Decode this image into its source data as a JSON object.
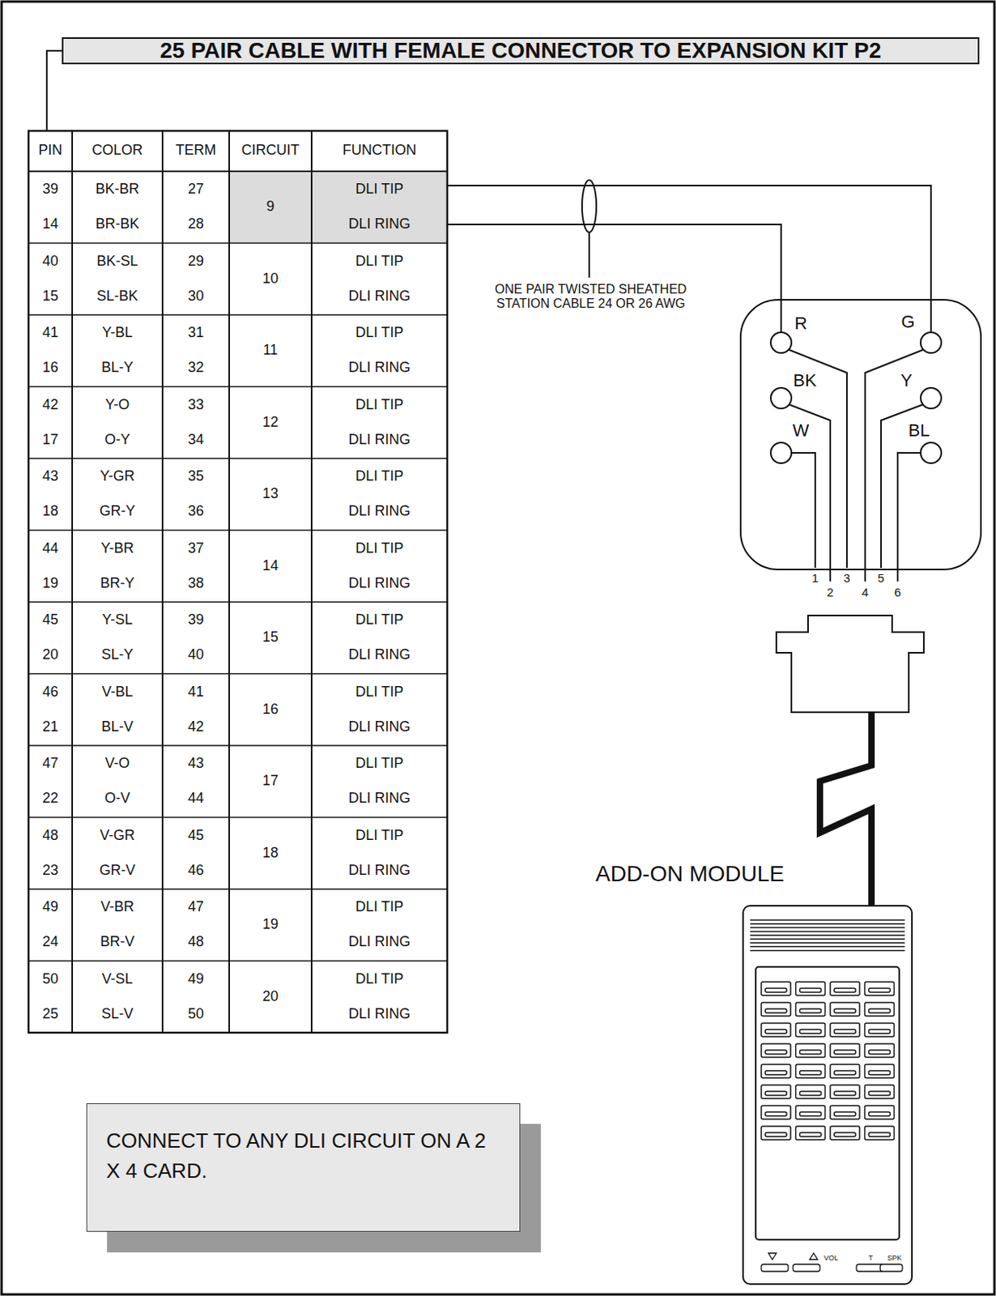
{
  "diagram": {
    "nodes": [
      {
        "text": [
          "25 PAIR CABLE WITH FEMALE CONNECTOR TO EXPANSION KIT P2"
        ]
      },
      {
        "text": [
          "R",
          "G",
          "BK",
          "Y",
          "W",
          "BL"
        ]
      },
      {
        "text": [
          "VOL",
          "T",
          "SPK"
        ]
      },
      {
        "text": [
          "CONNECT TO ANY DLI CIRCUIT ON A 2 X 4 CARD."
        ]
      }
    ],
    "labels": [
      "PIN",
      "COLOR",
      "TERM",
      "CIRCUIT",
      "FUNCTION",
      "39",
      "BK-BR",
      "27",
      "9",
      "DLI TIP",
      "14",
      "BR-BK",
      "28",
      "DLI RING",
      "40",
      "BK-SL",
      "29",
      "10",
      "DLI TIP",
      "15",
      "SL-BK",
      "30",
      "DLI RING",
      "41",
      "Y-BL",
      "31",
      "11",
      "DLI TIP",
      "16",
      "BL-Y",
      "32",
      "DLI RING",
      "42",
      "Y-O",
      "33",
      "12",
      "DLI TIP",
      "17",
      "O-Y",
      "34",
      "DLI RING",
      "43",
      "Y-GR",
      "35",
      "13",
      "DLI TIP",
      "18",
      "GR-Y",
      "36",
      "DLI RING",
      "44",
      "Y-BR",
      "37",
      "14",
      "DLI TIP",
      "19",
      "BR-Y",
      "38",
      "DLI RING",
      "45",
      "Y-SL",
      "39",
      "15",
      "DLI TIP",
      "20",
      "SL-Y",
      "40",
      "DLI RING",
      "46",
      "V-BL",
      "41",
      "16",
      "DLI TIP",
      "21",
      "BL-V",
      "42",
      "DLI RING",
      "47",
      "V-O",
      "43",
      "17",
      "DLI TIP",
      "22",
      "O-V",
      "44",
      "DLI RING",
      "48",
      "V-GR",
      "45",
      "18",
      "DLI TIP",
      "23",
      "GR-V",
      "46",
      "DLI RING",
      "49",
      "V-BR",
      "47",
      "19",
      "DLI TIP",
      "24",
      "BR-V",
      "48",
      "DLI RING",
      "50",
      "V-SL",
      "49",
      "20",
      "DLI TIP",
      "25",
      "SL-V",
      "50",
      "DLI RING",
      "ONE PAIR TWISTED SHEATHED STATION CABLE 24 OR 26 AWG",
      "ADD-ON MODULE",
      "1",
      "2",
      "3",
      "4",
      "5",
      "6"
    ]
  }
}
